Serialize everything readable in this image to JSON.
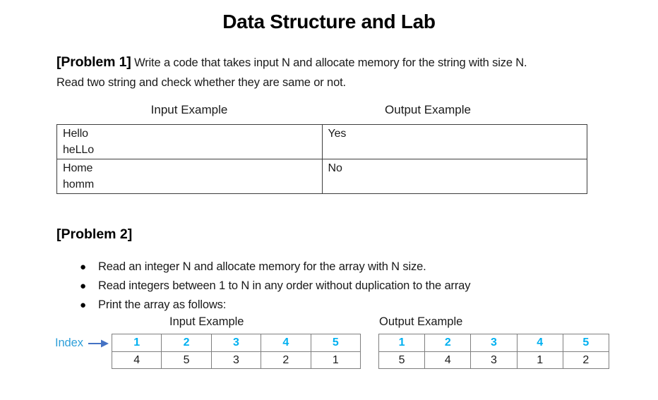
{
  "title": "Data Structure and Lab",
  "colors": {
    "table_index_number_blue": "#00B0F0",
    "index_label_blue": "#2E9FD9",
    "index_arrow_blue": "#4472C4",
    "table1_border": "#3D3D3D",
    "table2_border": "#7F7F7F"
  },
  "problem1": {
    "heading": "[Problem 1]",
    "line1": "Write a code that takes input N and allocate memory for the string with size N.",
    "line2": "Read two string and check whether they are same or not.",
    "example_table": {
      "input_header": "Input Example",
      "output_header": "Output Example",
      "rows": [
        {
          "input_line1": "Hello",
          "input_line2": "heLLo",
          "output": "Yes"
        },
        {
          "input_line1": "Home",
          "input_line2": "homm",
          "output": "No"
        }
      ]
    }
  },
  "problem2": {
    "heading": "[Problem 2]",
    "bullets": [
      "Read an integer N and allocate memory for the array with N size.",
      "Read integers between 1 to N in any order without duplication to the array",
      "Print the array as follows:"
    ],
    "index_label": "Index",
    "input_table": {
      "label": "Input Example",
      "index_row": [
        "1",
        "2",
        "3",
        "4",
        "5"
      ],
      "value_row": [
        "4",
        "5",
        "3",
        "2",
        "1"
      ]
    },
    "output_table": {
      "label": "Output Example",
      "index_row": [
        "1",
        "2",
        "3",
        "4",
        "5"
      ],
      "value_row": [
        "5",
        "4",
        "3",
        "1",
        "2"
      ]
    }
  }
}
